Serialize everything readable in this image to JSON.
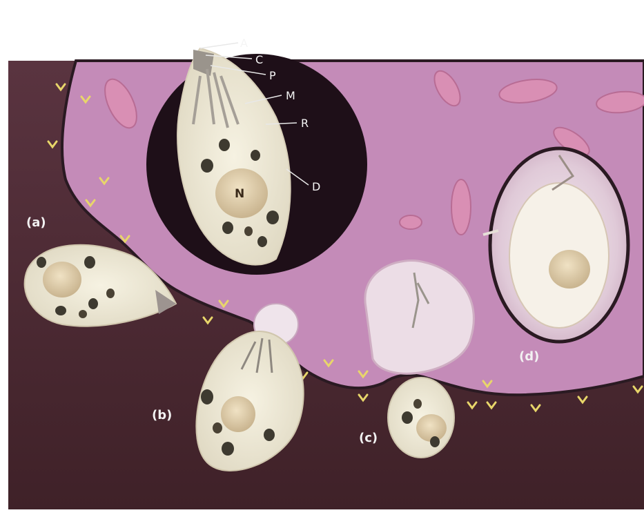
{
  "figure": {
    "stage_labels": {
      "a": "(a)",
      "b": "(b)",
      "c": "(c)",
      "d": "(d)"
    },
    "inset_labels": {
      "A": "A",
      "C": "C",
      "P": "P",
      "M": "M",
      "R": "R",
      "D": "D",
      "N": "N"
    },
    "colors": {
      "background_tissue": "#4a2a30",
      "host_cell_cytoplasm": "#c58fba",
      "inset_background": "#1e0f18",
      "parasite_body": "#efe9d6",
      "membrane_outline": "#2a1a22",
      "receptor_marks": "#e8d66a",
      "red_blood_cells": "#d98fb4"
    }
  }
}
